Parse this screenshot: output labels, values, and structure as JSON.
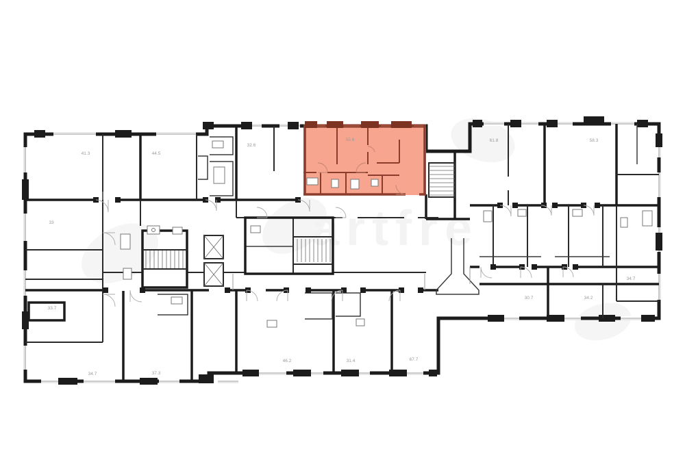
{
  "page": {
    "background": "#ffffff"
  },
  "watermark": {
    "text": "artfre"
  },
  "colors": {
    "wall": "#1c1c1c",
    "thin": "#8c8c8c",
    "label": "#9a9a9a",
    "hl_fill": "#f7a58f",
    "hl_wall": "#8b3c2b",
    "hl_pier": "#7c3322"
  },
  "selected_unit": {
    "area_label": "55.6",
    "highlighted": true,
    "fill": "#f7a58f",
    "wall_color": "#8b3c2b"
  },
  "plan": {
    "labels": [
      {
        "value": "41.3"
      },
      {
        "value": "44.5"
      },
      {
        "value": "32.6"
      },
      {
        "value": "55.6"
      },
      {
        "value": "61.8"
      },
      {
        "value": "58.3"
      },
      {
        "value": "33"
      },
      {
        "value": "33.7"
      },
      {
        "value": "34.7"
      },
      {
        "value": "37.3"
      },
      {
        "value": "46.2"
      },
      {
        "value": "31.4"
      },
      {
        "value": "67.7"
      },
      {
        "value": "30.7"
      },
      {
        "value": "34.2"
      },
      {
        "value": "34.7"
      }
    ]
  }
}
